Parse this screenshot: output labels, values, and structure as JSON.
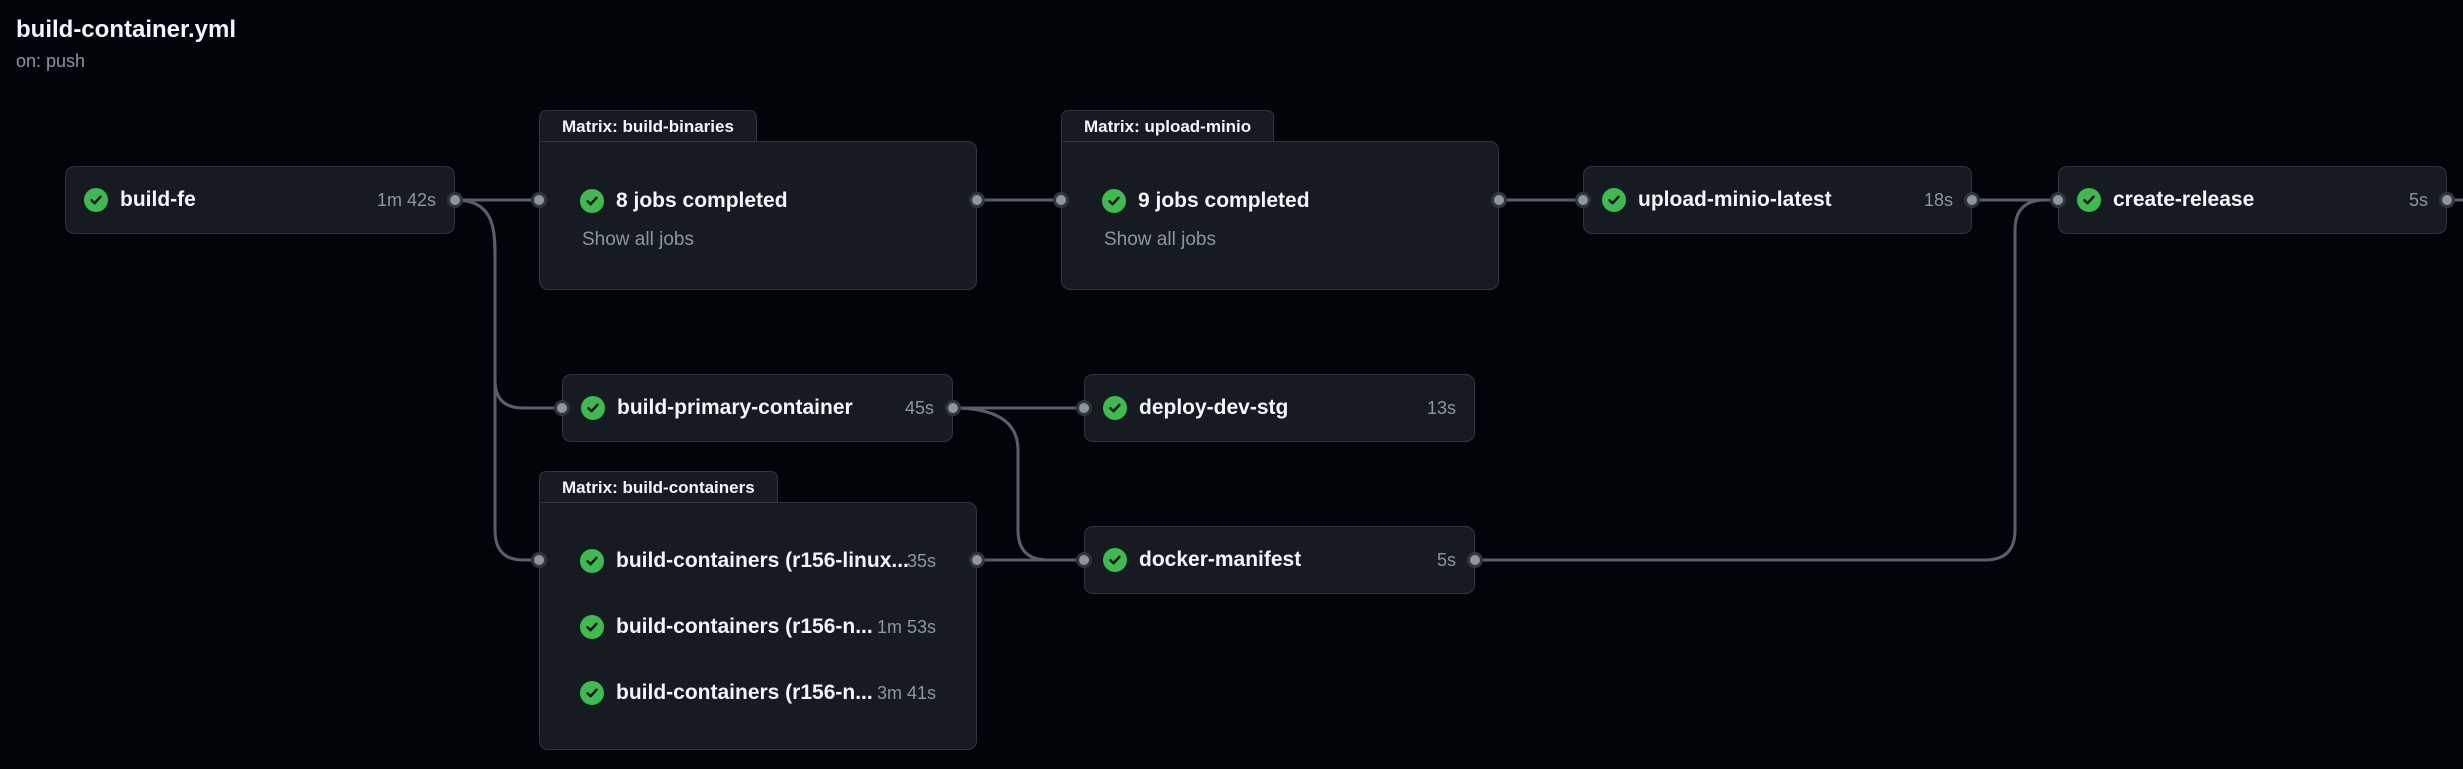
{
  "workflow": {
    "file_name": "build-container.yml",
    "trigger": "on: push"
  },
  "jobs": {
    "build_fe": {
      "name": "build-fe",
      "duration": "1m 42s"
    },
    "build_primary_container": {
      "name": "build-primary-container",
      "duration": "45s"
    },
    "deploy_dev_stg": {
      "name": "deploy-dev-stg",
      "duration": "13s"
    },
    "docker_manifest": {
      "name": "docker-manifest",
      "duration": "5s"
    },
    "upload_minio_latest": {
      "name": "upload-minio-latest",
      "duration": "18s"
    },
    "create_release": {
      "name": "create-release",
      "duration": "5s"
    }
  },
  "matrices": {
    "build_binaries": {
      "title": "Matrix: build-binaries",
      "summary": "8 jobs completed",
      "link": "Show all jobs"
    },
    "upload_minio": {
      "title": "Matrix: upload-minio",
      "summary": "9 jobs completed",
      "link": "Show all jobs"
    },
    "build_containers": {
      "title": "Matrix: build-containers",
      "rows": [
        {
          "name": "build-containers (r156-linux...",
          "duration": "35s"
        },
        {
          "name": "build-containers (r156-n...",
          "duration": "1m 53s"
        },
        {
          "name": "build-containers (r156-n...",
          "duration": "3m 41s"
        }
      ]
    }
  },
  "colors": {
    "background": "#010409",
    "card": "#161b22",
    "border": "#30363d",
    "success": "#3fb950",
    "wire": "#57606a"
  },
  "icons": {
    "status": "check-circle-icon"
  }
}
